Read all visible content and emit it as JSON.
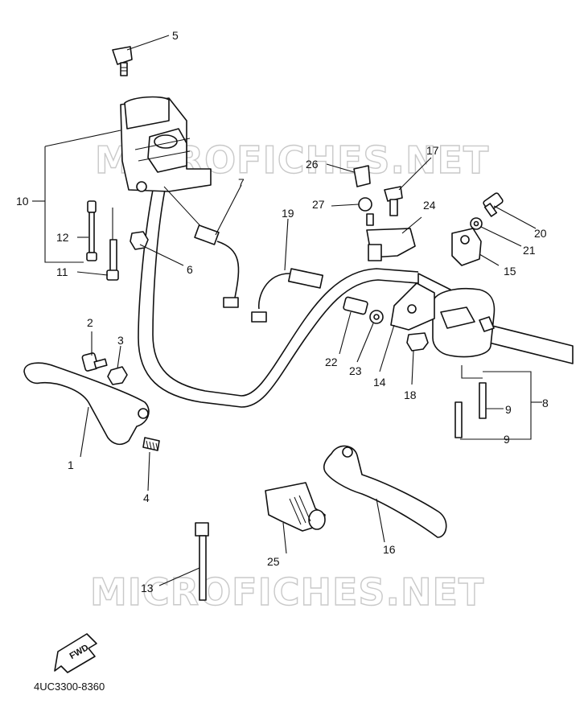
{
  "diagram": {
    "code": "4UC3300-8360",
    "watermark": "MICROFICHES.NET",
    "fwd_label": "FWD",
    "labels": {
      "p1": "1",
      "p2": "2",
      "p3": "3",
      "p4": "4",
      "p5": "5",
      "p6": "6",
      "p7": "7",
      "p8": "8",
      "p9a": "9",
      "p9b": "9",
      "p10": "10",
      "p11": "11",
      "p12": "12",
      "p13": "13",
      "p14": "14",
      "p15": "15",
      "p16": "16",
      "p17": "17",
      "p18": "18",
      "p19": "19",
      "p20": "20",
      "p21": "21",
      "p22": "22",
      "p23": "23",
      "p24": "24",
      "p25": "25",
      "p26": "26",
      "p27": "27"
    }
  }
}
